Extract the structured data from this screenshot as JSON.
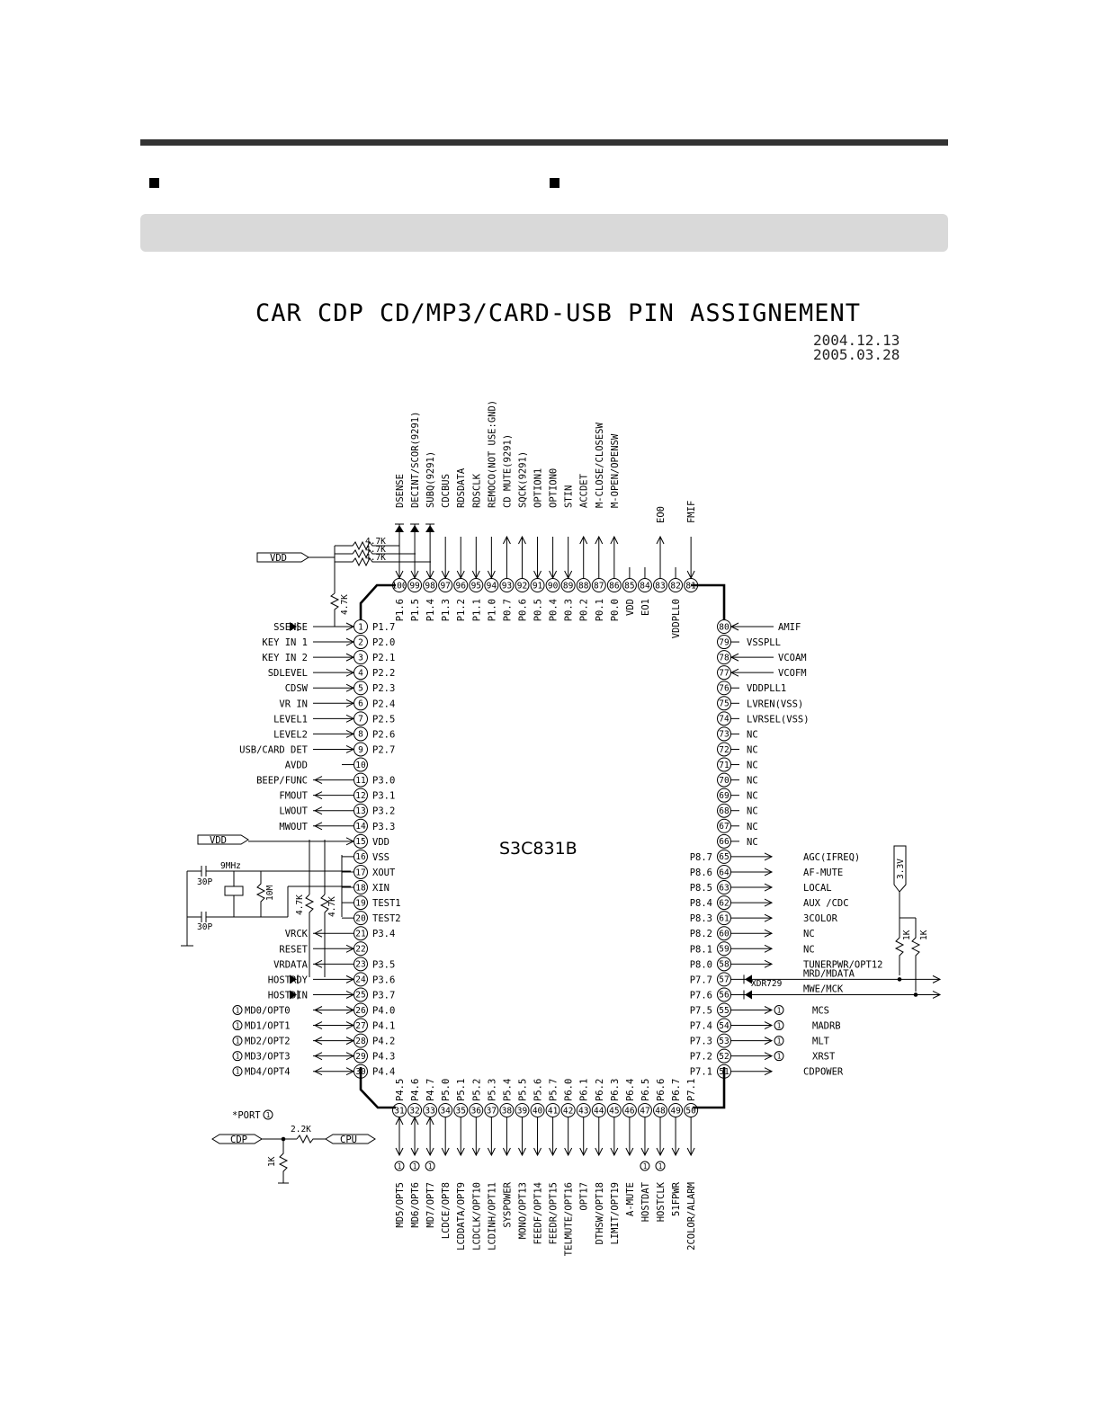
{
  "header": {
    "rule_color": "#333333",
    "bar_color": "#d9d9d9"
  },
  "title": "CAR CDP CD/MP3/CARD-USB PIN ASSIGNEMENT",
  "dates": [
    "2004.12.13",
    "2005.03.28"
  ],
  "chip_name": "S3C831B",
  "left_pins": [
    {
      "n": "1",
      "port": "P1.7",
      "sig": "SSENSE",
      "dir": "in-diode"
    },
    {
      "n": "2",
      "port": "P2.0",
      "sig": "KEY IN 1",
      "dir": "in"
    },
    {
      "n": "3",
      "port": "P2.1",
      "sig": "KEY IN 2",
      "dir": "in"
    },
    {
      "n": "4",
      "port": "P2.2",
      "sig": "SDLEVEL",
      "dir": "in"
    },
    {
      "n": "5",
      "port": "P2.3",
      "sig": "CDSW",
      "dir": "in"
    },
    {
      "n": "6",
      "port": "P2.4",
      "sig": "VR IN",
      "dir": "in"
    },
    {
      "n": "7",
      "port": "P2.5",
      "sig": "LEVEL1",
      "dir": "in"
    },
    {
      "n": "8",
      "port": "P2.6",
      "sig": "LEVEL2",
      "dir": "in"
    },
    {
      "n": "9",
      "port": "P2.7",
      "sig": "USB/CARD DET",
      "dir": "in"
    },
    {
      "n": "10",
      "port": "",
      "sig": "AVDD",
      "dir": "none"
    },
    {
      "n": "11",
      "port": "P3.0",
      "sig": "BEEP/FUNC",
      "dir": "out"
    },
    {
      "n": "12",
      "port": "P3.1",
      "sig": "FMOUT",
      "dir": "out"
    },
    {
      "n": "13",
      "port": "P3.2",
      "sig": "LWOUT",
      "dir": "out"
    },
    {
      "n": "14",
      "port": "P3.3",
      "sig": "MWOUT",
      "dir": "out"
    },
    {
      "n": "15",
      "port": "VDD",
      "sig": "",
      "dir": "vdd"
    },
    {
      "n": "16",
      "port": "VSS",
      "sig": "",
      "dir": "none"
    },
    {
      "n": "17",
      "port": "XOUT",
      "sig": "",
      "dir": "none"
    },
    {
      "n": "18",
      "port": "XIN",
      "sig": "",
      "dir": "none"
    },
    {
      "n": "19",
      "port": "TEST1",
      "sig": "",
      "dir": "none"
    },
    {
      "n": "20",
      "port": "TEST2",
      "sig": "",
      "dir": "none"
    },
    {
      "n": "21",
      "port": "P3.4",
      "sig": "VRCK",
      "dir": "out"
    },
    {
      "n": "22",
      "port": "",
      "sig": "RESET",
      "dir": "in"
    },
    {
      "n": "23",
      "port": "P3.5",
      "sig": "VRDATA",
      "dir": "out"
    },
    {
      "n": "24",
      "port": "P3.6",
      "sig": "HOSTRDY",
      "dir": "in-diode"
    },
    {
      "n": "25",
      "port": "P3.7",
      "sig": "HOSTDIN",
      "dir": "in-diode"
    },
    {
      "n": "26",
      "port": "P4.0",
      "sig": "MD0/OPT0",
      "dir": "bi",
      "mark": "1"
    },
    {
      "n": "27",
      "port": "P4.1",
      "sig": "MD1/OPT1",
      "dir": "bi",
      "mark": "1"
    },
    {
      "n": "28",
      "port": "P4.2",
      "sig": "MD2/OPT2",
      "dir": "bi",
      "mark": "1"
    },
    {
      "n": "29",
      "port": "P4.3",
      "sig": "MD3/OPT3",
      "dir": "bi",
      "mark": "1"
    },
    {
      "n": "30",
      "port": "P4.4",
      "sig": "MD4/OPT4",
      "dir": "bi",
      "mark": "1"
    }
  ],
  "right_pins": [
    {
      "n": "80",
      "port": "",
      "sig": "AMIF",
      "dir": "in"
    },
    {
      "n": "79",
      "port": "",
      "sig": "VSSPLL",
      "dir": "none"
    },
    {
      "n": "78",
      "port": "",
      "sig": "VCOAM",
      "dir": "in"
    },
    {
      "n": "77",
      "port": "",
      "sig": "VCOFM",
      "dir": "in"
    },
    {
      "n": "76",
      "port": "",
      "sig": "VDDPLL1",
      "dir": "none"
    },
    {
      "n": "75",
      "port": "",
      "sig": "LVREN(VSS)",
      "dir": "none"
    },
    {
      "n": "74",
      "port": "",
      "sig": "LVRSEL(VSS)",
      "dir": "none"
    },
    {
      "n": "73",
      "port": "",
      "sig": "NC",
      "dir": "none"
    },
    {
      "n": "72",
      "port": "",
      "sig": "NC",
      "dir": "none"
    },
    {
      "n": "71",
      "port": "",
      "sig": "NC",
      "dir": "none"
    },
    {
      "n": "70",
      "port": "",
      "sig": "NC",
      "dir": "none"
    },
    {
      "n": "69",
      "port": "",
      "sig": "NC",
      "dir": "none"
    },
    {
      "n": "68",
      "port": "",
      "sig": "NC",
      "dir": "none"
    },
    {
      "n": "67",
      "port": "",
      "sig": "NC",
      "dir": "none"
    },
    {
      "n": "66",
      "port": "",
      "sig": "NC",
      "dir": "none"
    },
    {
      "n": "65",
      "port": "P8.7",
      "sig": "AGC(IFREQ)",
      "dir": "out"
    },
    {
      "n": "64",
      "port": "P8.6",
      "sig": "AF-MUTE",
      "dir": "out"
    },
    {
      "n": "63",
      "port": "P8.5",
      "sig": "LOCAL",
      "dir": "out"
    },
    {
      "n": "62",
      "port": "P8.4",
      "sig": "AUX /CDC",
      "dir": "out"
    },
    {
      "n": "61",
      "port": "P8.3",
      "sig": "3COLOR",
      "dir": "out"
    },
    {
      "n": "60",
      "port": "P8.2",
      "sig": "NC",
      "dir": "out"
    },
    {
      "n": "59",
      "port": "P8.1",
      "sig": "NC",
      "dir": "out"
    },
    {
      "n": "58",
      "port": "P8.0",
      "sig": "TUNERPWR/OPT12",
      "dir": "out"
    },
    {
      "n": "57",
      "port": "P7.7",
      "sig": "MRD/MDATA",
      "dir": "bus"
    },
    {
      "n": "56",
      "port": "P7.6",
      "sig": "MWE/MCK",
      "dir": "bus"
    },
    {
      "n": "55",
      "port": "P7.5",
      "sig": "MCS",
      "dir": "out",
      "mark": "1"
    },
    {
      "n": "54",
      "port": "P7.4",
      "sig": "MADRB",
      "dir": "out",
      "mark": "1"
    },
    {
      "n": "53",
      "port": "P7.3",
      "sig": "MLT",
      "dir": "out",
      "mark": "1"
    },
    {
      "n": "52",
      "port": "P7.2",
      "sig": "XRST",
      "dir": "out",
      "mark": "1"
    },
    {
      "n": "51",
      "port": "P7.1",
      "sig": "CDPOWER",
      "dir": "out"
    }
  ],
  "top_pins": [
    {
      "n": "100",
      "port": "P1.6",
      "sig": "DSENSE"
    },
    {
      "n": "99",
      "port": "P1.5",
      "sig": "DECINT/SCOR(9291)"
    },
    {
      "n": "98",
      "port": "P1.4",
      "sig": "SUBQ(9291)"
    },
    {
      "n": "97",
      "port": "P1.3",
      "sig": "CDCBUS"
    },
    {
      "n": "96",
      "port": "P1.2",
      "sig": "RDSDATA"
    },
    {
      "n": "95",
      "port": "P1.1",
      "sig": "RDSCLK"
    },
    {
      "n": "94",
      "port": "P1.0",
      "sig": "REMOCO(NOT USE:GND)"
    },
    {
      "n": "93",
      "port": "P0.7",
      "sig": "CD MUTE(9291)"
    },
    {
      "n": "92",
      "port": "P0.6",
      "sig": "SQCK(9291)"
    },
    {
      "n": "91",
      "port": "P0.5",
      "sig": "OPTION1"
    },
    {
      "n": "90",
      "port": "P0.4",
      "sig": "OPTION0"
    },
    {
      "n": "89",
      "port": "P0.3",
      "sig": "STIN"
    },
    {
      "n": "88",
      "port": "P0.2",
      "sig": "ACCDET"
    },
    {
      "n": "87",
      "port": "P0.1",
      "sig": "M-CLOSE/CLOSESW"
    },
    {
      "n": "86",
      "port": "P0.0",
      "sig": "M-OPEN/OPENSW"
    },
    {
      "n": "85",
      "port": "VDD",
      "sig": ""
    },
    {
      "n": "84",
      "port": "EO1",
      "sig": ""
    },
    {
      "n": "83",
      "port": "",
      "sig": "EO0"
    },
    {
      "n": "82",
      "port": "VDDPLL0",
      "sig": ""
    },
    {
      "n": "81",
      "port": "",
      "sig": "FMIF"
    }
  ],
  "bottom_pins": [
    {
      "n": "31",
      "port": "P4.5",
      "sig": "MD5/OPT5",
      "mark": "1"
    },
    {
      "n": "32",
      "port": "P4.6",
      "sig": "MD6/OPT6",
      "mark": "1"
    },
    {
      "n": "33",
      "port": "P4.7",
      "sig": "MD7/OPT7",
      "mark": "1"
    },
    {
      "n": "34",
      "port": "P5.0",
      "sig": "LCDCE/OPT8"
    },
    {
      "n": "35",
      "port": "P5.1",
      "sig": "LCDDATA/OPT9"
    },
    {
      "n": "36",
      "port": "P5.2",
      "sig": "LCDCLK/OPT10"
    },
    {
      "n": "37",
      "port": "P5.3",
      "sig": "LCDINH/OPT11"
    },
    {
      "n": "38",
      "port": "P5.4",
      "sig": "SYSPOWER"
    },
    {
      "n": "39",
      "port": "P5.5",
      "sig": "MONO/OPT13"
    },
    {
      "n": "40",
      "port": "P5.6",
      "sig": "FEEDF/OPT14"
    },
    {
      "n": "41",
      "port": "P5.7",
      "sig": "FEEDR/OPT15"
    },
    {
      "n": "42",
      "port": "P6.0",
      "sig": "TELMUTE/OPT16"
    },
    {
      "n": "43",
      "port": "P6.1",
      "sig": "OPT17"
    },
    {
      "n": "44",
      "port": "P6.2",
      "sig": "DTHSW/OPT18"
    },
    {
      "n": "45",
      "port": "P6.3",
      "sig": "LIMIT/OPT19"
    },
    {
      "n": "46",
      "port": "P6.4",
      "sig": "A-MUTE"
    },
    {
      "n": "47",
      "port": "P6.5",
      "sig": "HOSTDAT",
      "mark": "1"
    },
    {
      "n": "48",
      "port": "P6.6",
      "sig": "HOSTCLK",
      "mark": "1"
    },
    {
      "n": "49",
      "port": "P6.7",
      "sig": "51FPWR"
    },
    {
      "n": "50",
      "port": "P7.1",
      "sig": "2COLOR/ALARM"
    }
  ],
  "misc": {
    "vdd_label": "VDD",
    "res_47k": "4.7K",
    "crystal": "9MHz",
    "cap_30p": "30P",
    "res_10m": "10M",
    "port_note": "*PORT",
    "port_mark": "1",
    "cdp": "CDP",
    "cpu": "CPU",
    "res_22k": "2.2K",
    "res_1k": "1K",
    "v33": "3.3V",
    "xdr": "XDR729"
  }
}
